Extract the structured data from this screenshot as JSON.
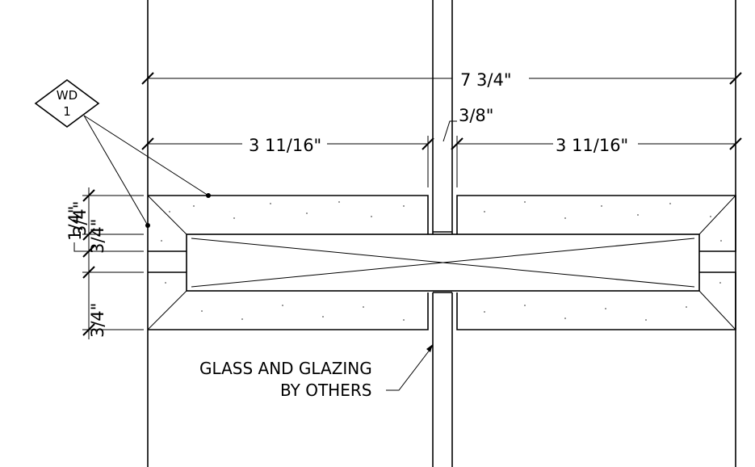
{
  "tag": {
    "line1": "WD",
    "line2": "1"
  },
  "dimensions": {
    "overall_width": "7 3/4\"",
    "left_width": "3 11/16\"",
    "right_width": "3 11/16\"",
    "gap": "3/8\"",
    "top_thickness": "3/4\"",
    "reveal": "1/4\"",
    "top_inner": "3/4\"",
    "bottom_thickness": "3/4\""
  },
  "notes": {
    "glass_line1": "GLASS AND GLAZING",
    "glass_line2": "BY OTHERS"
  }
}
